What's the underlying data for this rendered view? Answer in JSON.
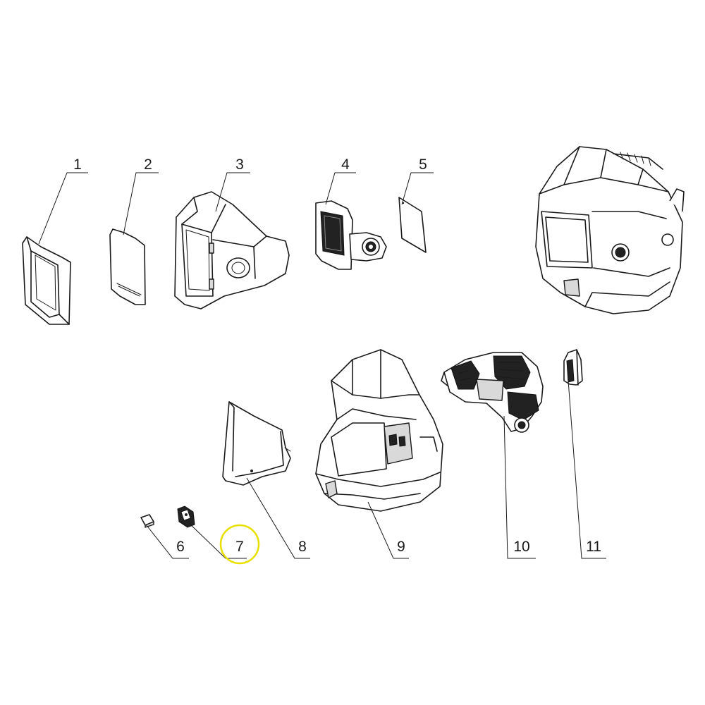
{
  "callouts": [
    {
      "id": "1",
      "label": "1"
    },
    {
      "id": "2",
      "label": "2"
    },
    {
      "id": "3",
      "label": "3"
    },
    {
      "id": "4",
      "label": "4"
    },
    {
      "id": "5",
      "label": "5"
    },
    {
      "id": "6",
      "label": "6"
    },
    {
      "id": "7",
      "label": "7",
      "highlighted": true
    },
    {
      "id": "8",
      "label": "8"
    },
    {
      "id": "9",
      "label": "9"
    },
    {
      "id": "10",
      "label": "10"
    },
    {
      "id": "11",
      "label": "11"
    }
  ],
  "highlight_color": "#e8e000"
}
